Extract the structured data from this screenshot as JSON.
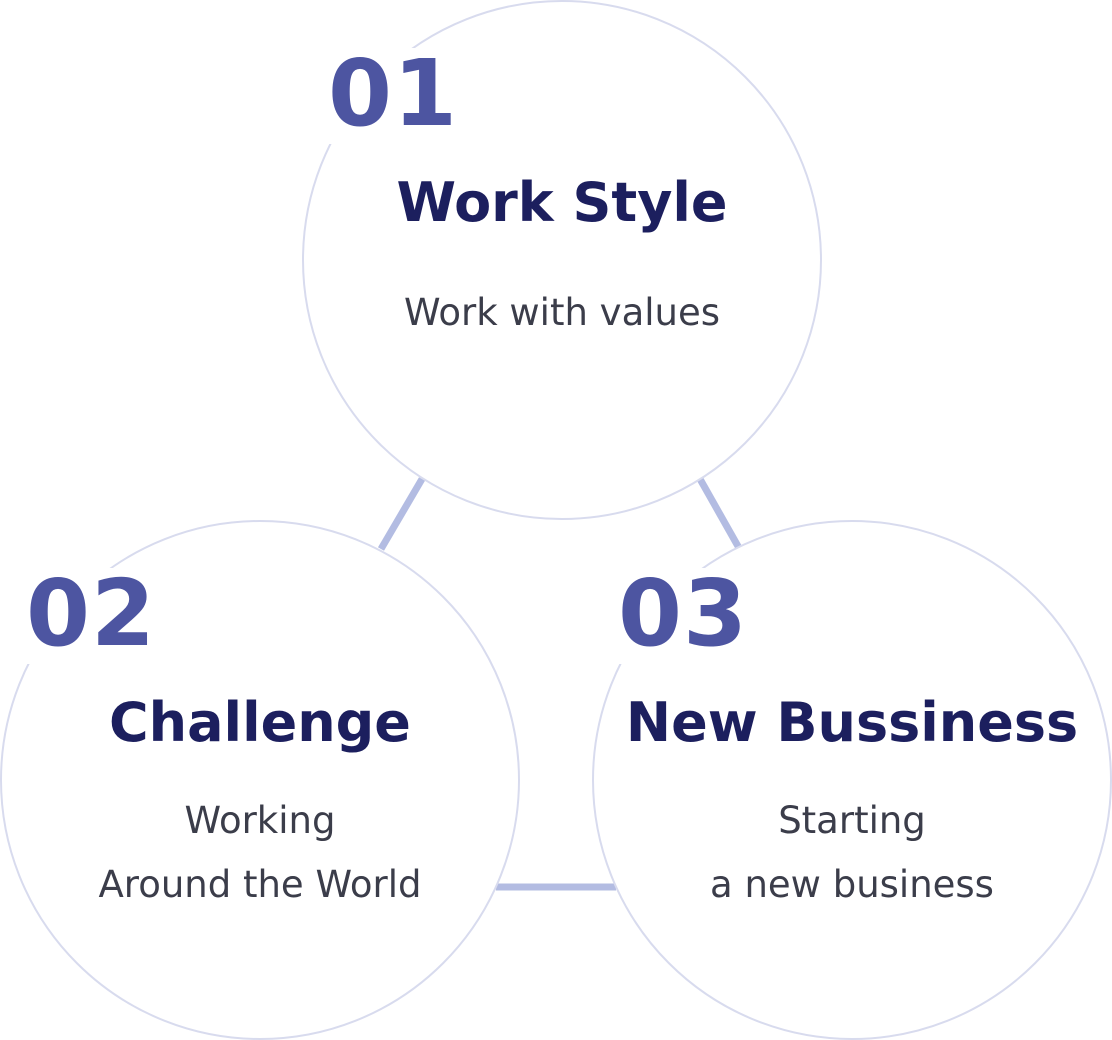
{
  "items": [
    {
      "number": "01",
      "title": "Work Style",
      "lines": [
        "Work with values"
      ]
    },
    {
      "number": "02",
      "title": "Challenge",
      "lines": [
        "Working",
        "Around the World"
      ]
    },
    {
      "number": "03",
      "title": "New Bussiness",
      "lines": [
        "Starting",
        "a new business"
      ]
    }
  ],
  "colors": {
    "number": "#4d55a1",
    "title": "#1c1f5e",
    "text": "#3b3d4a",
    "circle_border": "#d8dbee",
    "connector": "#b3bce2"
  }
}
